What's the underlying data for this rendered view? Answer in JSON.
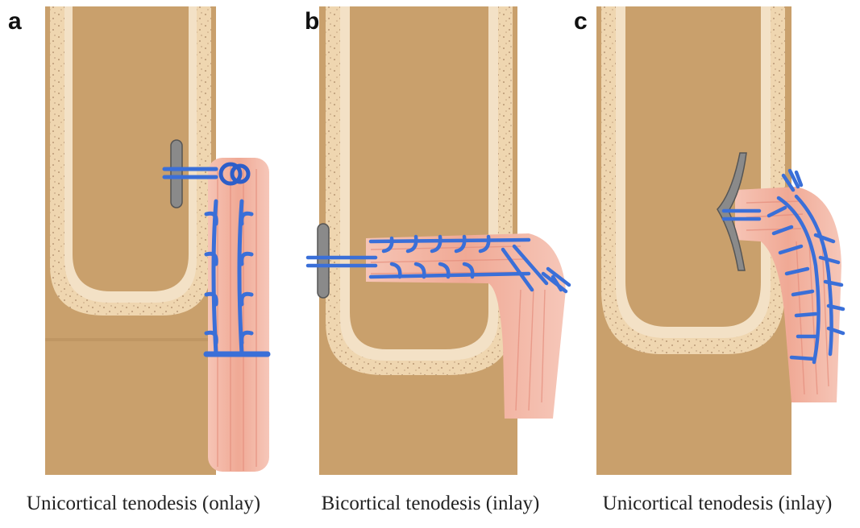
{
  "panels": [
    {
      "label": "a",
      "caption": "Unicortical tenodesis (onlay)"
    },
    {
      "label": "b",
      "caption": "Bicortical tenodesis (inlay)"
    },
    {
      "label": "c",
      "caption": "Unicortical tenodesis (inlay)"
    }
  ],
  "colors": {
    "bone": "#c9a06c",
    "cortex": "#efd7b3",
    "cortex_speckle": "#c7a883",
    "tendon": "#f2b3a3",
    "tendon_fiber": "#e48c7a",
    "suture": "#3a6fd8",
    "suture_dark": "#1f3f9a",
    "button": "#8a8a8a"
  },
  "icons": [
    "bone-icon",
    "tendon-icon",
    "suture-icon",
    "cortical-button-icon"
  ]
}
